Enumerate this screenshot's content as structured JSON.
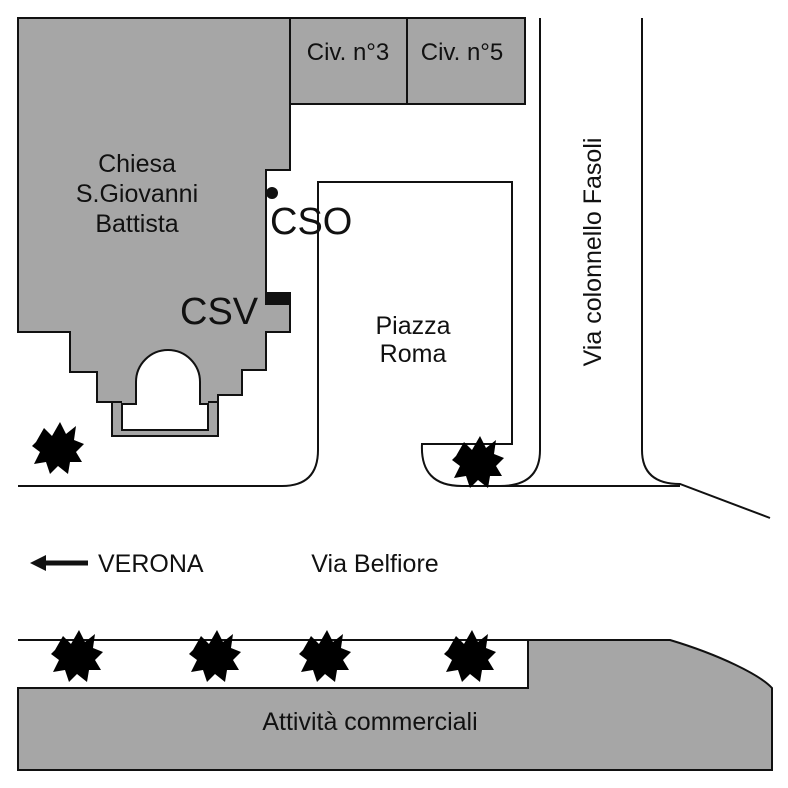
{
  "map": {
    "church": {
      "line1": "Chiesa",
      "line2": "S.Giovanni",
      "line3": "Battista"
    },
    "civ3": "Civ. n°3",
    "civ5": "Civ. n°5",
    "cso": "CSO",
    "csv": "CSV",
    "piazza": {
      "line1": "Piazza",
      "line2": "Roma"
    },
    "via_colonnello": "Via colonnello Fasoli",
    "via_belfiore": "Via Belfiore",
    "verona": "VERONA",
    "attivita": "Attività commerciali",
    "colors": {
      "building_fill": "#a6a6a6",
      "outline": "#111111",
      "tree": "#48b848"
    },
    "icons": {
      "cso_marker": "circle-marker-icon",
      "csv_marker": "square-marker-icon",
      "direction": "arrow-left-icon",
      "tree": "tree-icon"
    }
  }
}
